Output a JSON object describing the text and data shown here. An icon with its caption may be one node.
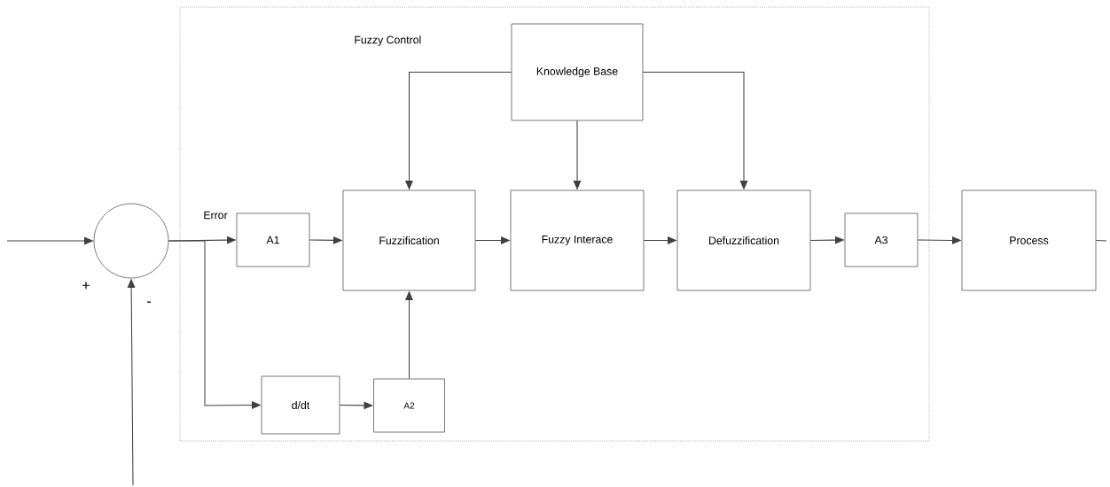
{
  "diagram": {
    "nodes": [
      {
        "text": [
          "Fuzzy Control"
        ]
      },
      {
        "text": [
          "Knowledge Base"
        ],
        "in": 0
      },
      {
        "text": [
          "A1"
        ],
        "in": 0
      },
      {
        "text": [
          "Fuzzification"
        ],
        "in": 0
      },
      {
        "text": [
          "Fuzzy Interace"
        ],
        "in": 0
      },
      {
        "text": [
          "Defuzzification"
        ],
        "in": 0
      },
      {
        "text": [
          "A3"
        ],
        "in": 0
      },
      {
        "text": [
          "d/dt"
        ],
        "in": 0
      },
      {
        "text": [
          "A2"
        ],
        "in": 0
      },
      {
        "text": [],
        "shape": "circle"
      },
      {
        "text": [
          "Process"
        ]
      }
    ],
    "edges": [
      {
        "from": null,
        "to": 9,
        "arrow": "to"
      },
      {
        "from": null,
        "to": 9,
        "arrow": "to"
      },
      {
        "from": 9,
        "to": 2,
        "arrow": "to"
      },
      {
        "from": 9,
        "to": 7,
        "arrow": "to"
      },
      {
        "from": 2,
        "to": 3,
        "arrow": "to"
      },
      {
        "from": 7,
        "to": 8,
        "arrow": "to"
      },
      {
        "from": 8,
        "to": 3,
        "arrow": "to"
      },
      {
        "from": 3,
        "to": 4,
        "arrow": "to"
      },
      {
        "from": 4,
        "to": 5,
        "arrow": "to"
      },
      {
        "from": 5,
        "to": 6,
        "arrow": "to"
      },
      {
        "from": 6,
        "to": 10,
        "arrow": "to"
      },
      {
        "from": 1,
        "to": 3,
        "arrow": "to"
      },
      {
        "from": 1,
        "to": 4,
        "arrow": "to"
      },
      {
        "from": 1,
        "to": 5,
        "arrow": "to"
      },
      {
        "from": 10,
        "to": null,
        "arrow": "none"
      }
    ],
    "labels": [
      "Error",
      "+",
      "-"
    ]
  }
}
